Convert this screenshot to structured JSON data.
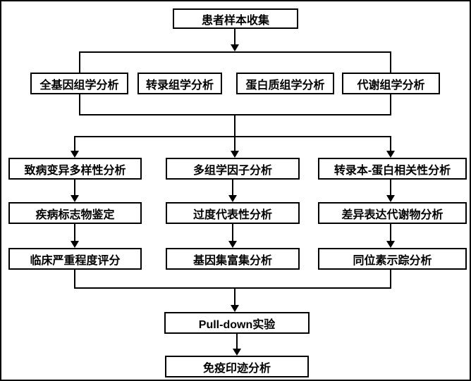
{
  "nodes": {
    "collect": "患者样本收集",
    "genomics": "全基因组学分析",
    "transcriptomics": "转录组学分析",
    "proteomics": "蛋白质组学分析",
    "metabolomics": "代谢组学分析",
    "variant_diversity": "致病变异多样性分析",
    "disease_marker": "疾病标志物鉴定",
    "clinical_severity": "临床严重程度评分",
    "multiomics_factor": "多组学因子分析",
    "overrepresentation": "过度代表性分析",
    "gene_set_enrichment": "基因集富集分析",
    "transcript_protein_corr": "转录本-蛋白相关性分析",
    "diff_metabolites": "差异表达代谢物分析",
    "isotope_tracing": "同位素示踪分析",
    "pulldown": "Pull-down实验",
    "western_blot": "免疫印迹分析"
  },
  "colors": {
    "line": "#000000",
    "box_border": "#000000",
    "box_fill": "#ffffff",
    "background": "#ffffff",
    "text": "#000000"
  }
}
